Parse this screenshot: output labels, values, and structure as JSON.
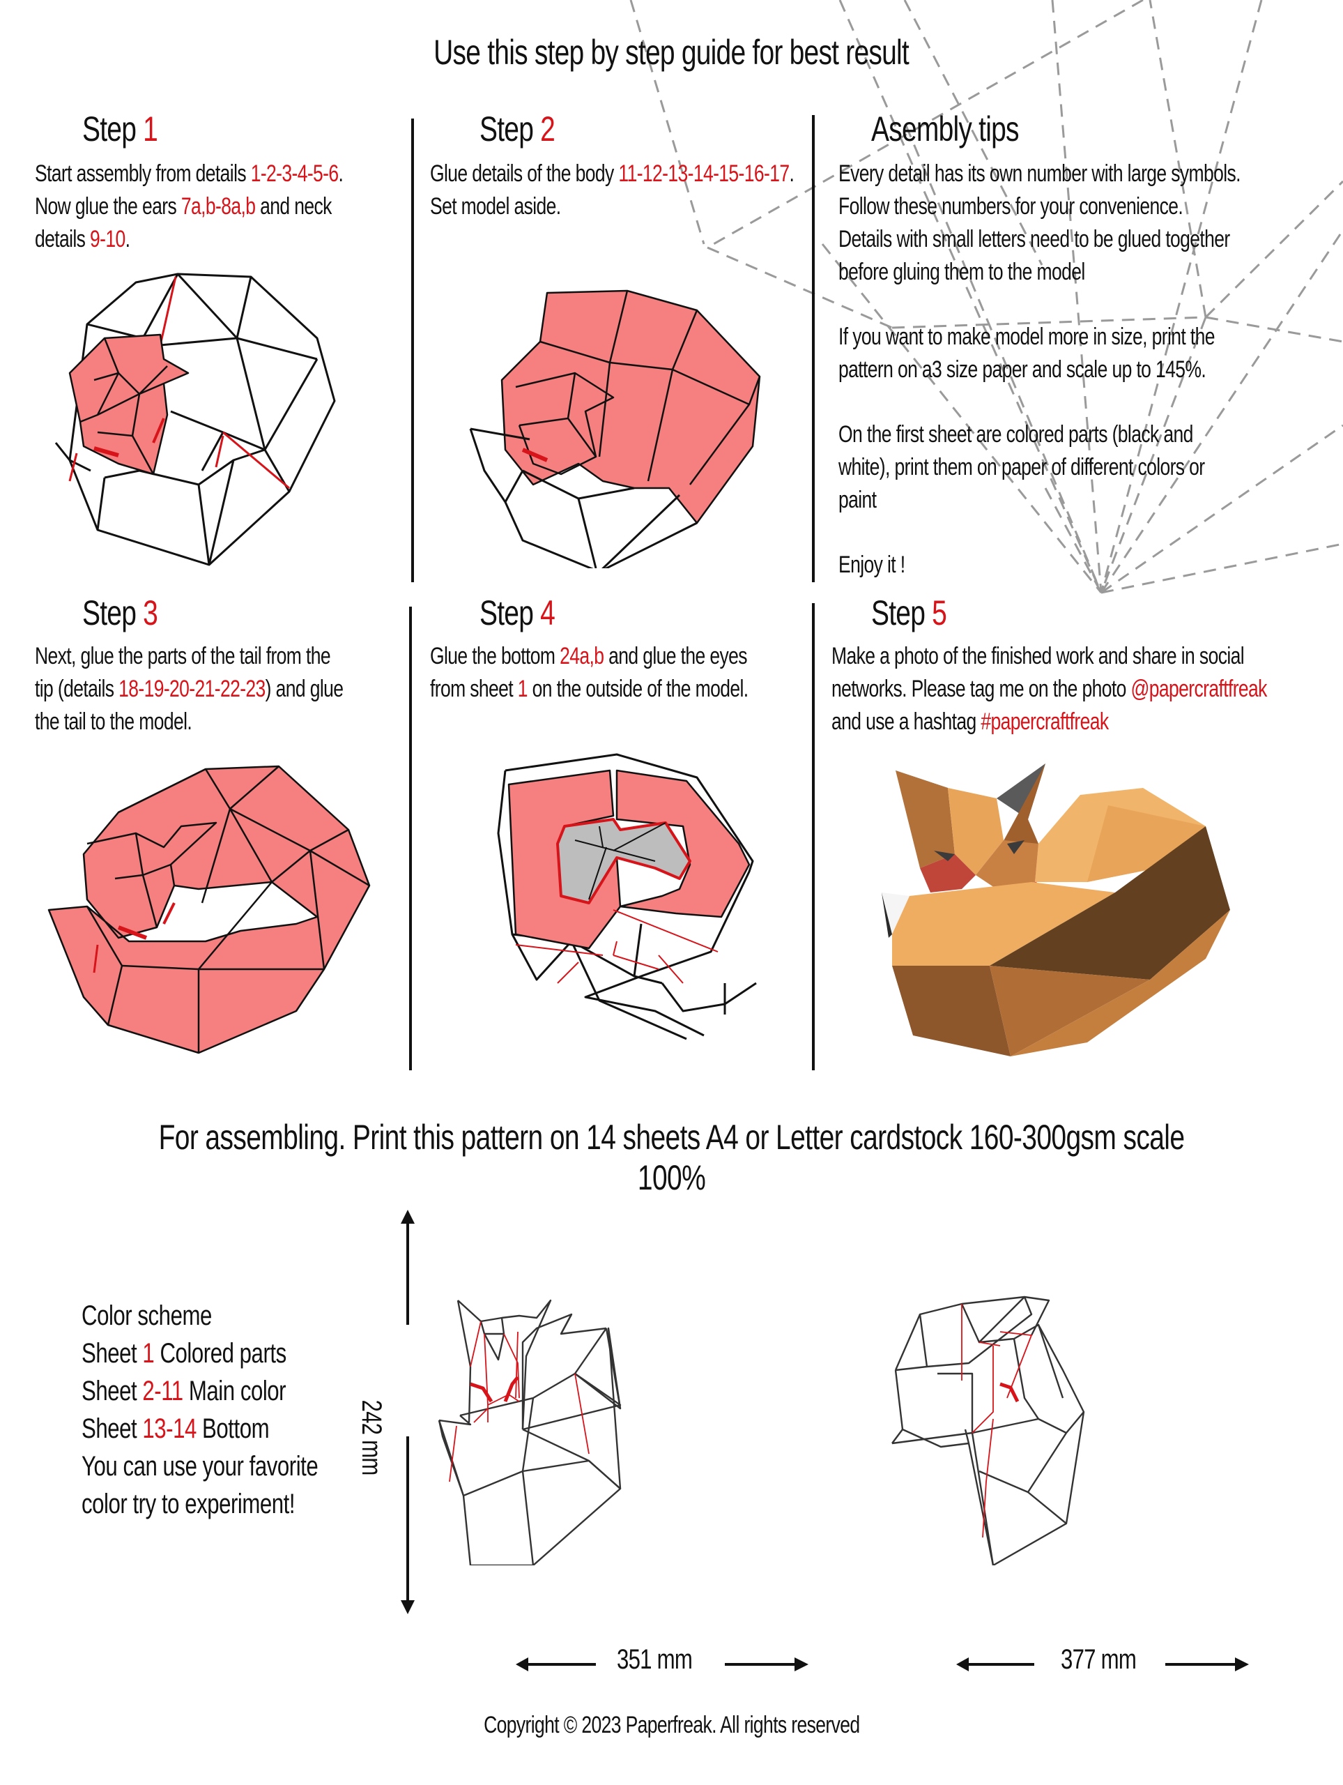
{
  "page": {
    "title": "Use this step by step guide for best result"
  },
  "steps": [
    {
      "heading_word": "Step",
      "heading_num": "1",
      "lines": [
        [
          {
            "t": "Start assembly from details ",
            "red": false
          },
          {
            "t": "1-2-3-4-5-6",
            "red": true
          },
          {
            "t": ".",
            "red": false
          }
        ],
        [
          {
            "t": "Now glue the ears ",
            "red": false
          },
          {
            "t": "7a,b-8a,b",
            "red": true
          },
          {
            "t": " and neck",
            "red": false
          }
        ],
        [
          {
            "t": "details ",
            "red": false
          },
          {
            "t": "9-10",
            "red": true
          },
          {
            "t": ".",
            "red": false
          }
        ]
      ]
    },
    {
      "heading_word": "Step",
      "heading_num": "2",
      "lines": [
        [
          {
            "t": "Glue details of the body ",
            "red": false
          },
          {
            "t": "11-12-13-14-15-16-17",
            "red": true
          },
          {
            "t": ".",
            "red": false
          }
        ],
        [
          {
            "t": "Set model aside.",
            "red": false
          }
        ]
      ]
    },
    {
      "heading_word": "Step",
      "heading_num": "3",
      "lines": [
        [
          {
            "t": "Next, glue the parts of the tail from the",
            "red": false
          }
        ],
        [
          {
            "t": "tip (details ",
            "red": false
          },
          {
            "t": "18-19-20-21-22-23",
            "red": true
          },
          {
            "t": ") and glue",
            "red": false
          }
        ],
        [
          {
            "t": "the tail to the model.",
            "red": false
          }
        ]
      ]
    },
    {
      "heading_word": "Step",
      "heading_num": "4",
      "lines": [
        [
          {
            "t": "Glue the bottom ",
            "red": false
          },
          {
            "t": "24a,b",
            "red": true
          },
          {
            "t": " and glue the eyes",
            "red": false
          }
        ],
        [
          {
            "t": "from sheet ",
            "red": false
          },
          {
            "t": "1",
            "red": true
          },
          {
            "t": " on the outside of the model.",
            "red": false
          }
        ]
      ]
    },
    {
      "heading_word": "Step",
      "heading_num": "5",
      "lines": [
        [
          {
            "t": "Make a photo of the finished work and share in social",
            "red": false
          }
        ],
        [
          {
            "t": "networks. Please tag me on the photo ",
            "red": false
          },
          {
            "t": "@papercraftfreak",
            "red": true
          }
        ],
        [
          {
            "t": "and use a hashtag ",
            "red": false
          },
          {
            "t": "#papercraftfreak",
            "red": true
          }
        ]
      ]
    }
  ],
  "tips": {
    "heading": "Asembly tips",
    "paragraphs": [
      [
        "Every detail has its own number with large symbols.",
        "Follow these numbers for your convenience.",
        "Details with small letters need to be glued together",
        "before gluing them to the model"
      ],
      [
        "If you want to make model more in size, print the",
        "pattern on a3 size paper and scale up to 145%."
      ],
      [
        "On the first sheet are colored parts (black and",
        "white), print them on paper of different colors or",
        "paint"
      ],
      [
        "Enjoy it !"
      ]
    ]
  },
  "print_note": "For assembling. Print this pattern on 14 sheets A4 or Letter cardstock 160-300gsm scale 100%",
  "color_scheme": {
    "lines": [
      [
        {
          "t": "Color  scheme",
          "red": false
        }
      ],
      [
        {
          "t": "Sheet  ",
          "red": false
        },
        {
          "t": "1",
          "red": true
        },
        {
          "t": " Colored parts",
          "red": false
        }
      ],
      [
        {
          "t": "Sheet ",
          "red": false
        },
        {
          "t": "2-11",
          "red": true
        },
        {
          "t": " Main color",
          "red": false
        }
      ],
      [
        {
          "t": "Sheet ",
          "red": false
        },
        {
          "t": "13-14",
          "red": true
        },
        {
          "t": " Bottom",
          "red": false
        }
      ],
      [
        {
          "t": "You can use your favorite",
          "red": false
        }
      ],
      [
        {
          "t": "color try to experiment!",
          "red": false
        }
      ]
    ]
  },
  "dimensions": {
    "height": "242 mm",
    "width_front": "351 mm",
    "width_side": "377 mm"
  },
  "copyright": "Copyright © 2023 Paperfreak. All rights reserved",
  "colors": {
    "accent_red": "#d7141a",
    "pink_fill": "#f68080",
    "text": "#111111",
    "fox_light": "#eaa95b",
    "fox_dark": "#6a3f1c",
    "dash_gray": "#9a9a9a"
  }
}
